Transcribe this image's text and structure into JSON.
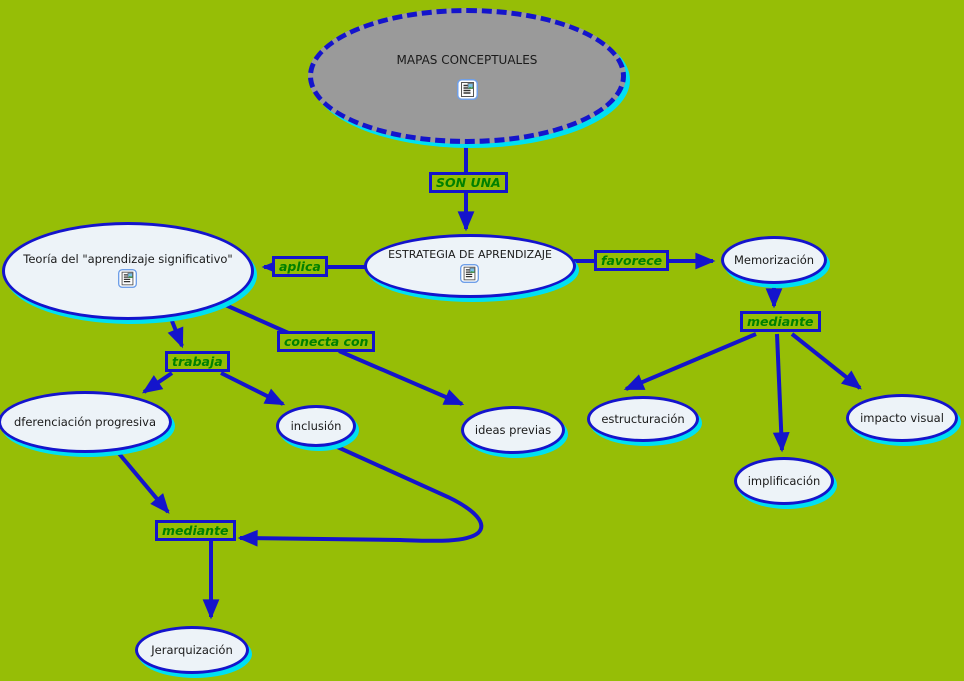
{
  "diagram": {
    "title": "MAPAS CONCEPTUALES",
    "colors": {
      "background": "#96BE06",
      "node_border": "#1414CC",
      "node_fill": "#EDF3F8",
      "root_fill": "#9A9A9A",
      "glow": "#00E0F2",
      "link_label_text": "#008000",
      "node_text": "#1A1A1A"
    },
    "nodes": [
      {
        "id": "mapas-conceptuales",
        "label": "MAPAS CONCEPTUALES",
        "has_resource_icon": true
      },
      {
        "id": "estrategia-de-aprendizaje",
        "label": "ESTRATEGIA DE APRENDIZAJE",
        "has_resource_icon": true
      },
      {
        "id": "teoria-aprendizaje-significativo",
        "label": "Teoría del \"aprendizaje significativo\"",
        "has_resource_icon": true
      },
      {
        "id": "memorizacion",
        "label": "Memorización",
        "has_resource_icon": false
      },
      {
        "id": "dferenciacion-progresiva",
        "label": "dferenciación progresiva",
        "has_resource_icon": false
      },
      {
        "id": "inclusion",
        "label": "inclusión",
        "has_resource_icon": false
      },
      {
        "id": "ideas-previas",
        "label": "ideas previas",
        "has_resource_icon": false
      },
      {
        "id": "estructuracion",
        "label": "estructuración",
        "has_resource_icon": false
      },
      {
        "id": "implificacion",
        "label": "implificación",
        "has_resource_icon": false
      },
      {
        "id": "impacto-visual",
        "label": "impacto visual",
        "has_resource_icon": false
      },
      {
        "id": "jerarquizacion",
        "label": "Jerarquización",
        "has_resource_icon": false
      }
    ],
    "links": [
      {
        "label": "SON UNA",
        "from": "mapas-conceptuales",
        "to": [
          "estrategia-de-aprendizaje"
        ]
      },
      {
        "label": "aplica",
        "from": "estrategia-de-aprendizaje",
        "to": [
          "teoria-aprendizaje-significativo"
        ]
      },
      {
        "label": "favorece",
        "from": "estrategia-de-aprendizaje",
        "to": [
          "memorizacion"
        ]
      },
      {
        "label": "mediante",
        "from": "memorizacion",
        "to": [
          "estructuracion",
          "implificacion",
          "impacto-visual"
        ]
      },
      {
        "label": "trabaja",
        "from": "teoria-aprendizaje-significativo",
        "to": [
          "dferenciacion-progresiva",
          "inclusion"
        ]
      },
      {
        "label": "conecta con",
        "from": "teoria-aprendizaje-significativo",
        "to": [
          "ideas-previas"
        ]
      },
      {
        "label": "mediante",
        "from": "dferenciacion-progresiva / inclusion",
        "to": [
          "jerarquizacion"
        ]
      }
    ]
  }
}
